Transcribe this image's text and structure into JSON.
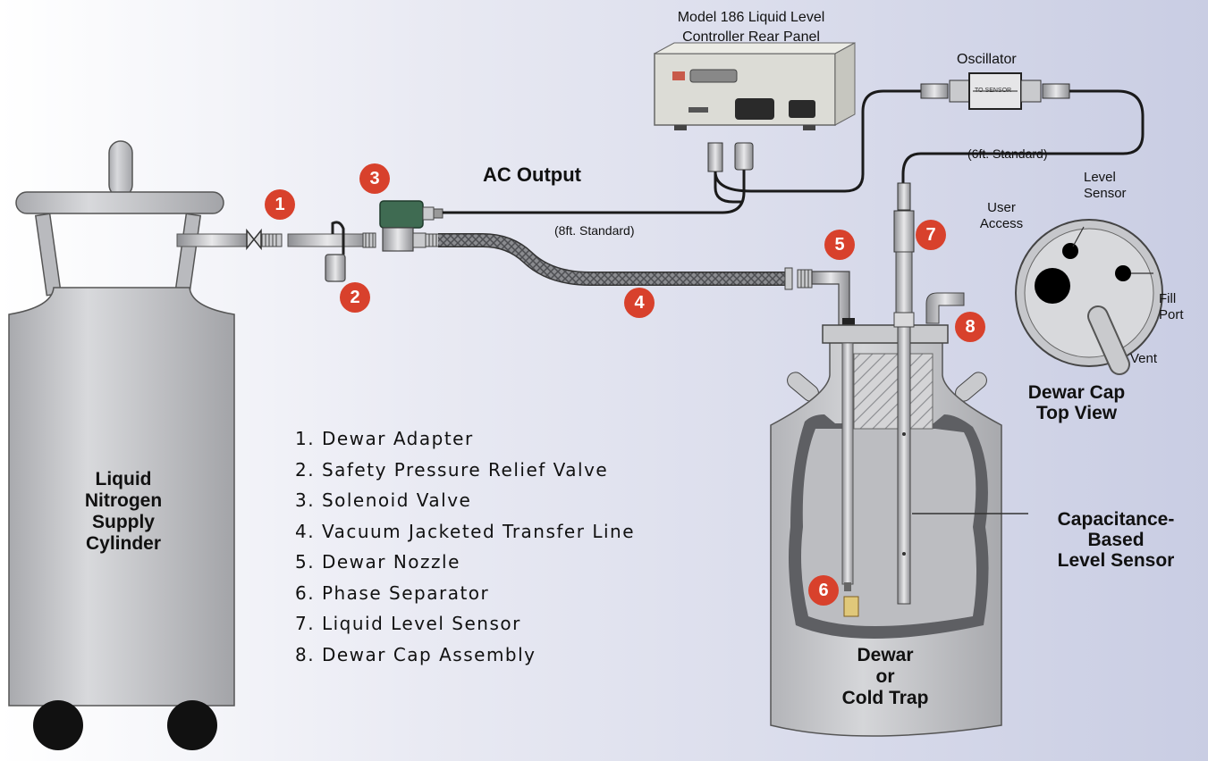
{
  "labels": {
    "controller": [
      "Model 186 Liquid Level",
      "Controller Rear Panel"
    ],
    "oscillator": "Oscillator",
    "oscillator_plate": "TO SENSOR",
    "ac_output": "AC Output",
    "cable_8ft": "(8ft. Standard)",
    "cable_6ft": "(6ft. Standard)",
    "supply_cylinder": [
      "Liquid",
      "Nitrogen",
      "Supply",
      "Cylinder"
    ],
    "dewar": [
      "Dewar",
      "or",
      "Cold Trap"
    ],
    "level_sensor_callout": [
      "Capacitance-",
      "Based",
      "Level Sensor"
    ],
    "cap_view_title": [
      "Dewar Cap",
      "Top View"
    ],
    "cap_labels": {
      "user_access": [
        "User",
        "Access"
      ],
      "level_sensor": [
        "Level",
        "Sensor"
      ],
      "fill_port": [
        "Fill",
        "Port"
      ],
      "vent": "Vent"
    }
  },
  "badges": [
    "1",
    "2",
    "3",
    "4",
    "5",
    "6",
    "7",
    "8"
  ],
  "legend": [
    "1. Dewar Adapter",
    "2. Safety Pressure Relief Valve",
    "3. Solenoid Valve",
    "4. Vacuum Jacketed Transfer Line",
    "5. Dewar Nozzle",
    "6. Phase Separator",
    "7. Liquid Level Sensor",
    "8. Dewar Cap Assembly"
  ],
  "colors": {
    "badge": "#d8412c",
    "metal": "#c3c4c8",
    "valve": "#3f6b52",
    "background": "#e3e5f0"
  }
}
